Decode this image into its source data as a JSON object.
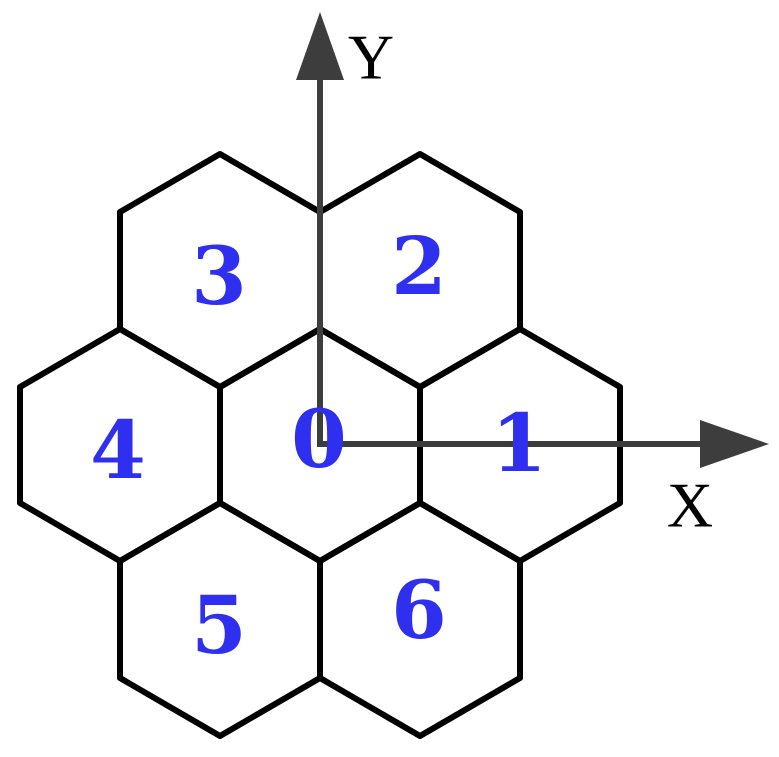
{
  "colors": {
    "label": "#2f2ff0",
    "hex_stroke": "#000000",
    "axis": "#3d3d3d"
  },
  "cells": [
    {
      "id": "0",
      "label": "0"
    },
    {
      "id": "1",
      "label": "1"
    },
    {
      "id": "2",
      "label": "2"
    },
    {
      "id": "3",
      "label": "3"
    },
    {
      "id": "4",
      "label": "4"
    },
    {
      "id": "5",
      "label": "5"
    },
    {
      "id": "6",
      "label": "6"
    }
  ],
  "axes": {
    "x_label": "X",
    "y_label": "Y"
  }
}
